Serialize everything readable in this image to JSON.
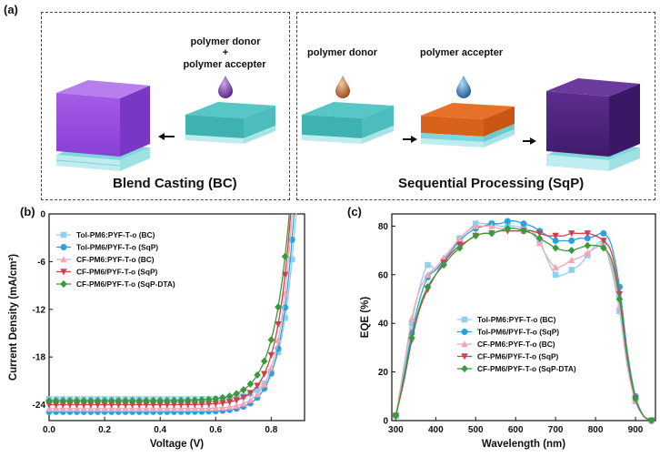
{
  "panel_a": {
    "label": "(a)",
    "bc": {
      "caption": "Blend Casting (BC)",
      "donor_line": "polymer donor",
      "plus": "+",
      "acceptor_line": "polymer accepter",
      "colors": {
        "film": "#9b4de0",
        "top": "#b169ee",
        "substrate": "#4bc7c8",
        "drop": "#7a3aa8"
      }
    },
    "sqp": {
      "caption": "Sequential Processing (SqP)",
      "donor_label": "polymer donor",
      "acceptor_label": "polymer accepter",
      "colors": {
        "donor_film": "#e06b1c",
        "film": "#5a2c8a",
        "drop_donor": "#b86a3a",
        "drop_acceptor": "#2a6fb0"
      }
    }
  },
  "panel_b": {
    "label": "(b)",
    "chart_data": {
      "type": "line",
      "xlabel": "Voltage (V)",
      "ylabel": "Current Density (mA/cm²)",
      "xlim": [
        0.0,
        0.92
      ],
      "ylim": [
        -26,
        0
      ],
      "xticks": [
        "0.0",
        "0.2",
        "0.4",
        "0.6",
        "0.8"
      ],
      "yticks": [
        "-24",
        "-18",
        "-12",
        "-6",
        "0"
      ],
      "xtick_values": [
        0.0,
        0.2,
        0.4,
        0.6,
        0.8
      ],
      "ytick_values": [
        -24,
        -18,
        -12,
        -6,
        0
      ],
      "legend_position": "top-left",
      "series": [
        {
          "name": "Tol-PM6:PYF-T-o (BC)",
          "color": "#8fd0f2",
          "marker": "square",
          "jsc": -23.3,
          "voc": 0.888,
          "k": 0.046
        },
        {
          "name": "Tol-PM6/PYF-T-o (SqP)",
          "color": "#2aa1dd",
          "marker": "circle",
          "jsc": -24.9,
          "voc": 0.882,
          "k": 0.05
        },
        {
          "name": "CF-PM6:PYF-T-o (BC)",
          "color": "#f4a6b6",
          "marker": "triangle-up",
          "jsc": -24.5,
          "voc": 0.875,
          "k": 0.048
        },
        {
          "name": "CF-PM6/PYF-T-o (SqP)",
          "color": "#cf3f4c",
          "marker": "triangle-down",
          "jsc": -24.0,
          "voc": 0.87,
          "k": 0.052
        },
        {
          "name": "CF-PM6/PYF-T-o (SqP-DTA)",
          "color": "#3a9a3a",
          "marker": "diamond",
          "jsc": -23.5,
          "voc": 0.865,
          "k": 0.058
        }
      ]
    }
  },
  "panel_c": {
    "label": "(c)",
    "chart_data": {
      "type": "line",
      "xlabel": "Wavelength (nm)",
      "ylabel": "EQE (%)",
      "xlim": [
        290,
        950
      ],
      "ylim": [
        0,
        85
      ],
      "xticks": [
        "300",
        "400",
        "500",
        "600",
        "700",
        "800",
        "900"
      ],
      "yticks": [
        "0",
        "20",
        "40",
        "60",
        "80"
      ],
      "xtick_values": [
        300,
        400,
        500,
        600,
        700,
        800,
        900
      ],
      "ytick_values": [
        0,
        20,
        40,
        60,
        80
      ],
      "legend_position": "bottom-left",
      "x": [
        300,
        320,
        340,
        360,
        380,
        400,
        420,
        440,
        460,
        480,
        500,
        520,
        540,
        560,
        580,
        600,
        620,
        640,
        660,
        680,
        700,
        720,
        740,
        760,
        780,
        800,
        820,
        840,
        860,
        880,
        900,
        920,
        940
      ],
      "series": [
        {
          "name": "Tol-PM6:PYF-T-o (BC)",
          "color": "#8fd0f2",
          "marker": "square",
          "values": [
            2,
            20,
            40,
            55,
            64,
            62,
            65,
            70,
            75,
            78,
            81,
            81,
            81,
            80,
            80,
            80,
            79,
            78,
            74,
            66,
            60,
            60,
            62,
            64,
            68,
            72,
            73,
            62,
            45,
            22,
            8,
            2,
            0
          ]
        },
        {
          "name": "Tol-PM6/PYF-T-o (SqP)",
          "color": "#2aa1dd",
          "marker": "circle",
          "values": [
            2,
            18,
            36,
            50,
            59,
            62,
            66,
            70,
            74,
            77,
            79,
            80,
            81,
            81,
            82,
            82,
            81,
            80,
            78,
            76,
            74,
            74,
            74,
            75,
            75,
            76,
            77,
            72,
            55,
            28,
            10,
            2,
            0
          ]
        },
        {
          "name": "CF-PM6:PYF-T-o (BC)",
          "color": "#f4a6b6",
          "marker": "triangle-up",
          "values": [
            2,
            22,
            42,
            54,
            60,
            63,
            67,
            71,
            75,
            78,
            80,
            80,
            80,
            79,
            79,
            79,
            78,
            77,
            73,
            67,
            63,
            64,
            66,
            67,
            69,
            71,
            72,
            64,
            47,
            22,
            8,
            2,
            0
          ]
        },
        {
          "name": "CF-PM6/PYF-T-o (SqP)",
          "color": "#cf3f4c",
          "marker": "triangle-down",
          "values": [
            2,
            16,
            33,
            46,
            54,
            60,
            65,
            69,
            72,
            74,
            76,
            77,
            77,
            78,
            78,
            78,
            78,
            78,
            77,
            76,
            76,
            76,
            77,
            77,
            77,
            76,
            74,
            69,
            52,
            26,
            9,
            2,
            0
          ]
        },
        {
          "name": "CF-PM6/PYF-T-o (SqP-DTA)",
          "color": "#3a9a3a",
          "marker": "diamond",
          "values": [
            2,
            17,
            34,
            47,
            55,
            60,
            64,
            68,
            71,
            74,
            76,
            77,
            77,
            78,
            79,
            79,
            78,
            77,
            75,
            73,
            71,
            70,
            70,
            71,
            72,
            72,
            71,
            66,
            50,
            25,
            9,
            2,
            0
          ]
        }
      ]
    }
  }
}
